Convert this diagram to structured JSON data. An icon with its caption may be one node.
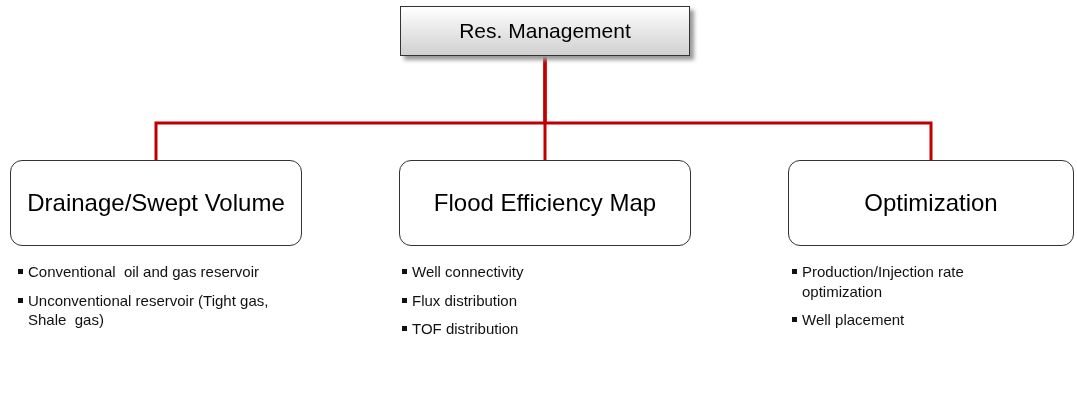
{
  "diagram": {
    "nodes": [
      {
        "text": [
          "Res. Management"
        ]
      },
      {
        "text": [
          "Drainage/Swept Volume"
        ],
        "beside": [
          "Conventional  oil and gas reservoir",
          "Unconventional reservoir (Tight gas, Shale  gas)"
        ]
      },
      {
        "text": [
          "Flood Efficiency Map"
        ],
        "beside": [
          "Well connectivity",
          "Flux distribution",
          "TOF distribution"
        ]
      },
      {
        "text": [
          "Optimization"
        ],
        "beside": [
          "Production/Injection rate optimization",
          "Well placement"
        ]
      }
    ],
    "edges": [
      {
        "from": 0,
        "to": 1,
        "arrow": "none",
        "color": "#c00000"
      },
      {
        "from": 0,
        "to": 2,
        "arrow": "none",
        "color": "#c00000"
      },
      {
        "from": 0,
        "to": 3,
        "arrow": "none",
        "color": "#c00000"
      }
    ]
  }
}
